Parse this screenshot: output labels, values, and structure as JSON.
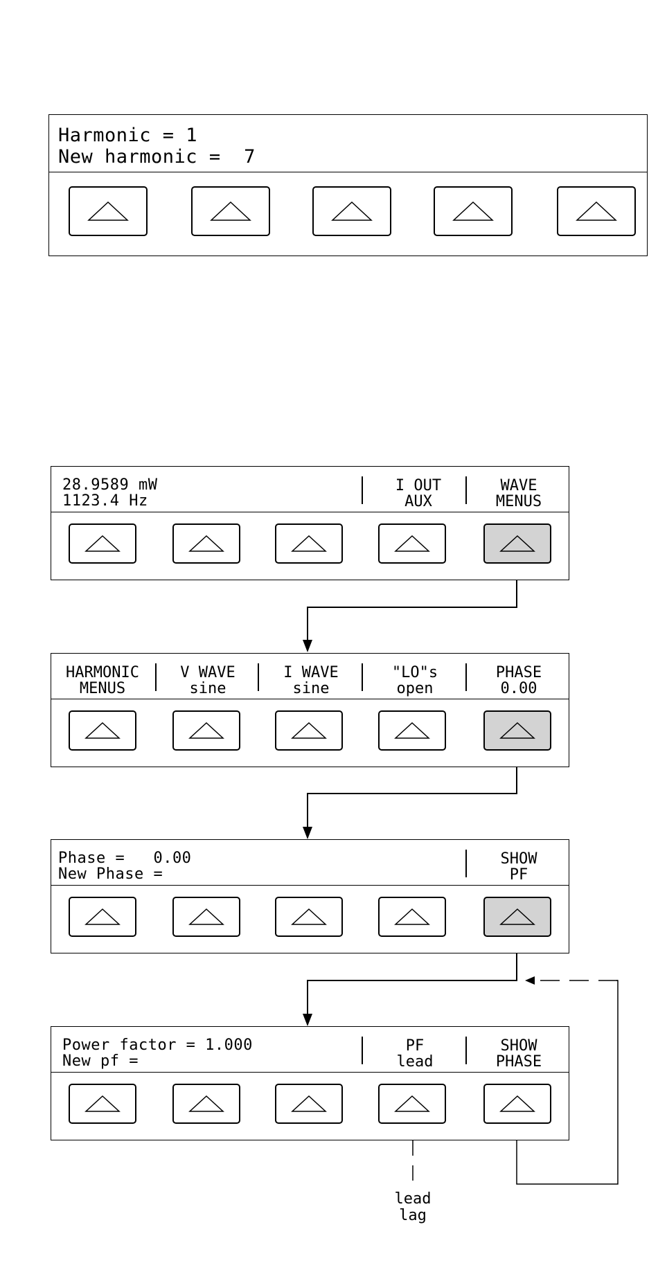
{
  "panel1": {
    "line1": "Harmonic = 1",
    "line2": "New harmonic =  7"
  },
  "panel2": {
    "line1": "28.9589 mW",
    "line2": "1123.4 Hz",
    "softkeys": [
      {
        "top": "I OUT",
        "bottom": "AUX"
      },
      {
        "top": "WAVE",
        "bottom": "MENUS"
      }
    ]
  },
  "panel3": {
    "softkeys": [
      {
        "top": "HARMONIC",
        "bottom": "MENUS"
      },
      {
        "top": "V WAVE",
        "bottom": "sine"
      },
      {
        "top": "I WAVE",
        "bottom": "sine"
      },
      {
        "top": "\"LO\"s",
        "bottom": "open"
      },
      {
        "top": "PHASE",
        "bottom": "0.00"
      }
    ]
  },
  "panel4": {
    "line1": "Phase =   0.00",
    "line2": "New Phase =",
    "softkeys": [
      {
        "top": "SHOW",
        "bottom": "PF"
      }
    ]
  },
  "panel5": {
    "line1": "Power factor = 1.000",
    "line2": "New pf =",
    "softkeys": [
      {
        "top": "PF",
        "bottom": "lead"
      },
      {
        "top": "SHOW",
        "bottom": "PHASE"
      }
    ]
  },
  "annotation": {
    "line1": "lead",
    "line2": "lag"
  },
  "colors": {
    "active_button": "#d3d3d3",
    "line": "#000000"
  },
  "icons": {
    "softkey": "triangle-up-icon",
    "arrow": "arrow-down-icon"
  }
}
